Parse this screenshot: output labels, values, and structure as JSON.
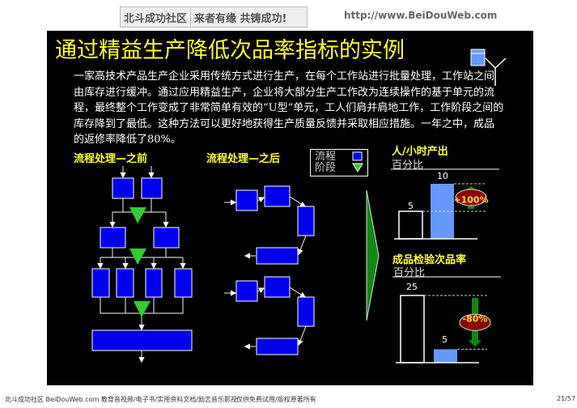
{
  "banner": {
    "site": "北斗成功社区",
    "slogan": "来者有缘 共铸成功!",
    "url": "http://www.BeiDouWeb.com"
  },
  "slide": {
    "title": "通过精益生产降低次品率指标的实例",
    "paragraph": "一家高技术产品生产企业采用传统方式进行生产，在每个工作站进行批量处理，工作站之间由库存进行缓冲。通过应用精益生产，企业将大部分生产工作改为连续操作的基于单元的流程，最终整个工作变成了非常简单有效的“U型”单元，工人们肩并肩地工作，工作阶段之间的库存降到了最低。这种方法可以更好地获得生产质量反馈并采取相应措施。一年之中，成品的返修率降低了80%。",
    "before_label": "流程处理—之前",
    "after_label": "流程处理—之后",
    "legend": {
      "process": "流程",
      "stage": "阶段"
    },
    "chart1": {
      "title": "人/小时产出",
      "unit": "百分比",
      "before": 5,
      "after": 10,
      "before_label": "5",
      "after_label": "10",
      "change": "+100%"
    },
    "chart2": {
      "title": "成品检验次品率",
      "unit": "百分比",
      "before": 25,
      "after": 5,
      "before_label": "25",
      "after_label": "5",
      "change": "-80%"
    }
  },
  "footer": {
    "left": "北斗成功社区 BeiDouWeb.com  教育音视频/电子书/实用资料文档/励志音乐影视",
    "middle": "仅供免费试用/版权原著所有",
    "page": "21/57"
  },
  "colors": {
    "process": "#0000ee",
    "stage": "#33cc33",
    "title": "#ffff33",
    "bar_after": "#6699ff",
    "arrow": "#118811",
    "badge": "#880000"
  }
}
